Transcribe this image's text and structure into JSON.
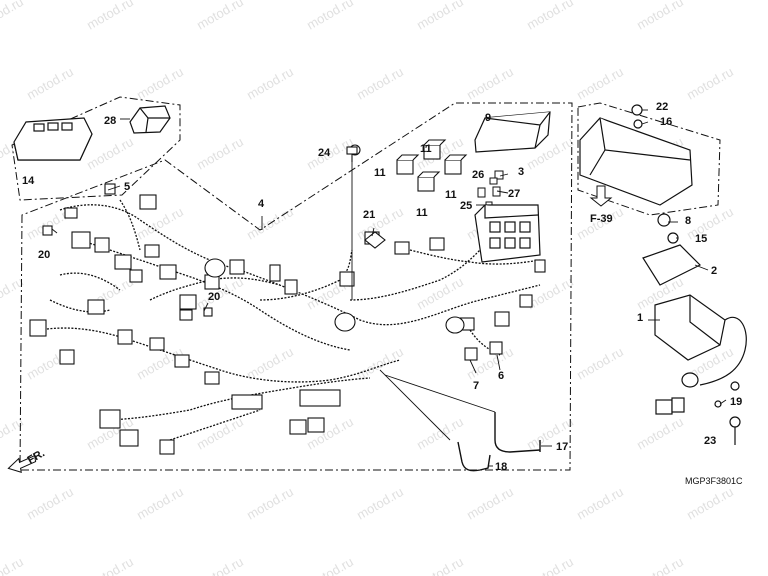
{
  "watermark": "motod.ru",
  "diagram_code": "MGP3F3801C",
  "refs": {
    "f39": "F-39",
    "front": "FR."
  },
  "callouts": [
    "1",
    "2",
    "3",
    "4",
    "5",
    "6",
    "7",
    "8",
    "9",
    "11",
    "11",
    "11",
    "11",
    "14",
    "15",
    "16",
    "17",
    "18",
    "19",
    "20",
    "20",
    "21",
    "22",
    "23",
    "24",
    "25",
    "26",
    "27",
    "28"
  ],
  "colors": {
    "line": "#111111",
    "watermark": "#c7c7c7",
    "background": "#ffffff"
  }
}
